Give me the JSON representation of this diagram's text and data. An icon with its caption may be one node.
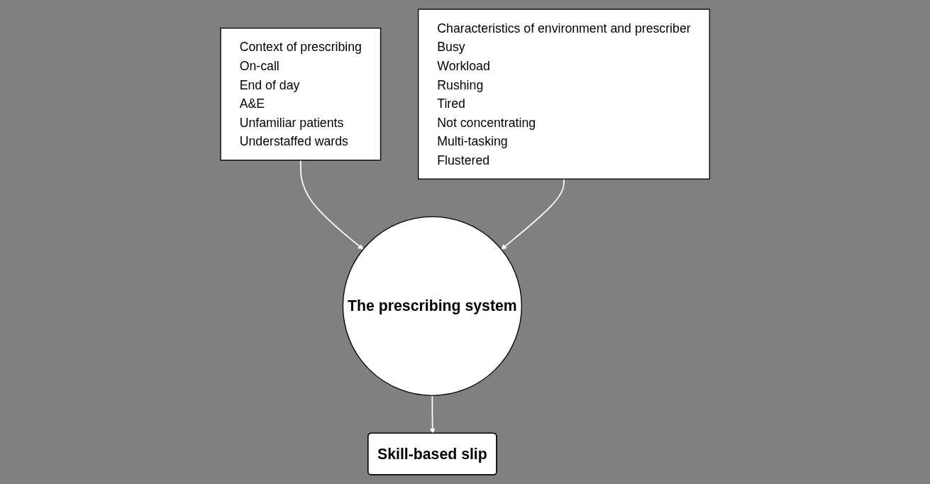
{
  "diagram": {
    "nodes": [
      {
        "text": [
          "Context of prescribing",
          "On-call",
          "End of day",
          "A&E",
          "Unfamiliar patients",
          "Understaffed wards"
        ]
      },
      {
        "text": [
          "The prescribing system"
        ]
      },
      {
        "text": [
          "Characteristics of environment and prescriber",
          "Busy",
          "Workload",
          "Rushing",
          "Tired",
          "Not concentrating",
          "Multi-tasking",
          "Flustered"
        ]
      },
      {
        "text": [
          "Skill-based slip"
        ]
      }
    ],
    "edges": [
      {
        "from": 0,
        "to": 1,
        "arrow": "to"
      },
      {
        "from": 2,
        "to": 1,
        "arrow": "to"
      },
      {
        "from": 1,
        "to": 3,
        "arrow": "to"
      }
    ]
  }
}
